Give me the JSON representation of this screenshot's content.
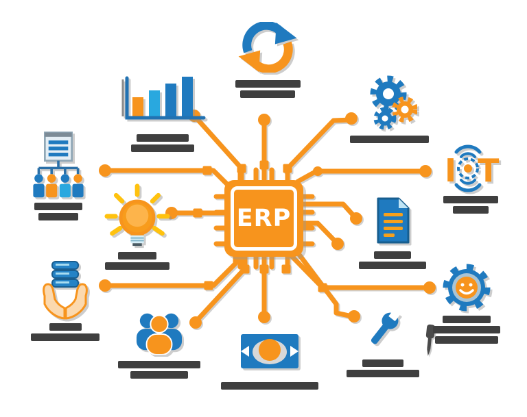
{
  "center_chip": {
    "label": "ERP"
  },
  "iot_letters": {
    "left": "I",
    "right": "T"
  },
  "colors": {
    "accent_orange": "#F7941D",
    "primary_blue": "#1F7ABF",
    "light_blue": "#29A8DF",
    "pale_blue": "#BFE4F5",
    "label_gray": "#3F3F3F",
    "yellow": "#FFC20E",
    "peach": "#FBD9AF",
    "dark_gray": "#4A4A4A"
  },
  "nodes": [
    {
      "id": "sync-process",
      "icon": "sync-arrows-icon",
      "label_lines": [
        95,
        80
      ]
    },
    {
      "id": "bar-chart",
      "icon": "bar-chart-icon",
      "label_lines": [
        76,
        92
      ]
    },
    {
      "id": "gears",
      "icon": "gears-icon",
      "label_lines": [
        115
      ]
    },
    {
      "id": "server-users",
      "icon": "server-users-icon",
      "label_lines": [
        70,
        58
      ]
    },
    {
      "id": "lightbulb",
      "icon": "lightbulb-icon",
      "label_lines": [
        56,
        94
      ]
    },
    {
      "id": "hands-database",
      "icon": "hands-database-icon",
      "label_lines": [
        47,
        100
      ]
    },
    {
      "id": "team",
      "icon": "team-icon",
      "label_lines": [
        120,
        84
      ]
    },
    {
      "id": "money",
      "icon": "money-icon",
      "label_lines": [
        142
      ]
    },
    {
      "id": "wrench",
      "icon": "wrench-icon",
      "label_lines": [
        60,
        106
      ]
    },
    {
      "id": "smiley-gear",
      "icon": "smiley-gear-icon",
      "label_lines": [
        70,
        98,
        92
      ]
    },
    {
      "id": "document",
      "icon": "document-icon",
      "label_lines": [
        54,
        98
      ]
    },
    {
      "id": "iot",
      "icon": "iot-icon",
      "label_lines": [
        80,
        52
      ]
    }
  ]
}
